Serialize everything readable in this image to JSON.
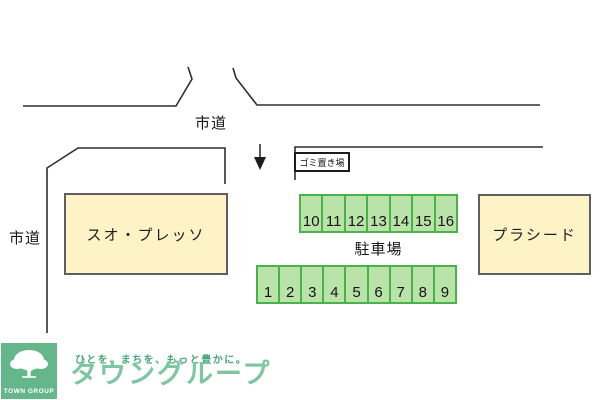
{
  "map": {
    "road_top_label": "市道",
    "road_left_label": "市道",
    "garbage_label": "ゴミ置き場",
    "parking_label": "駐車場",
    "building_left_label": "スオ・プレッソ",
    "building_right_label": "プラシード",
    "parking_row_upper": [
      "10",
      "11",
      "12",
      "13",
      "14",
      "15",
      "16"
    ],
    "parking_row_lower": [
      "1",
      "2",
      "3",
      "4",
      "5",
      "6",
      "7",
      "8",
      "9"
    ]
  },
  "footer": {
    "tagline": "ひとを、まちを、もっと豊かに。",
    "brand": "タウングループ",
    "logo_text": "TOWN GROUP"
  },
  "colors": {
    "parking_fill": "#b9e3a8",
    "parking_border": "#4cb04c",
    "building_fill": "#fdf3c6",
    "line": "#2e2e2e",
    "brand_green": "#7ec5a2",
    "tagline_green": "#46a67d",
    "logo_bg": "#66b68b"
  }
}
